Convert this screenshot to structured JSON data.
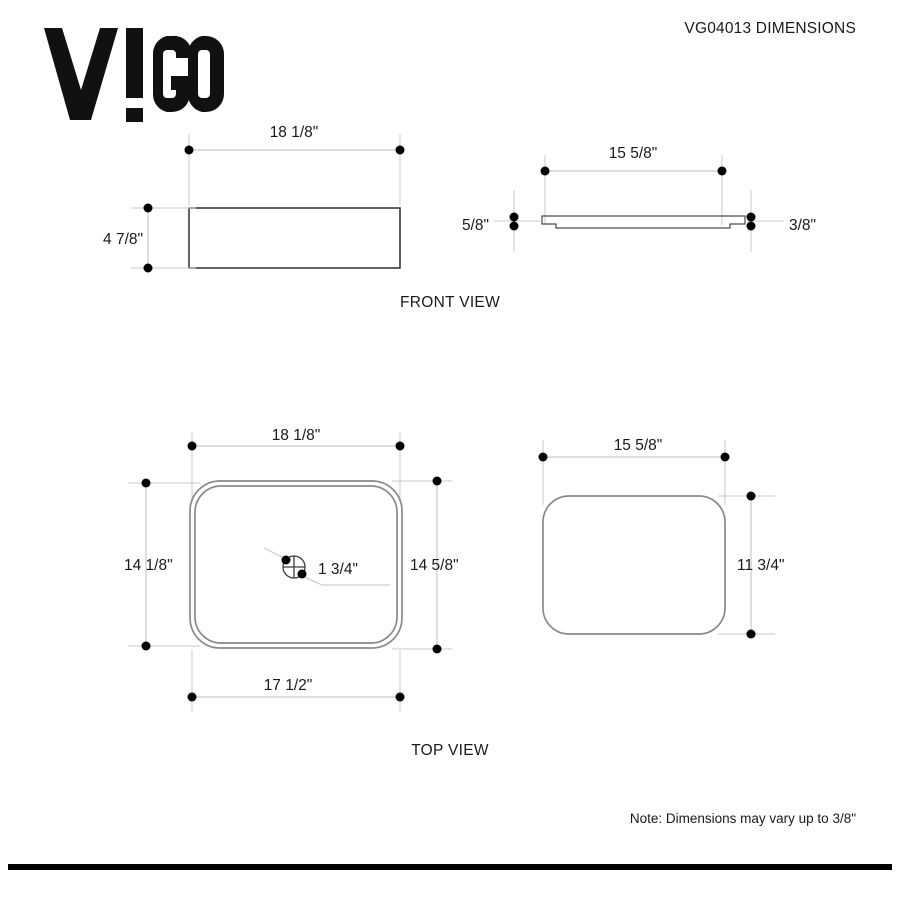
{
  "header": {
    "title": "VG04013 DIMENSIONS",
    "logo_text": "VIGO",
    "logo_name": "vigo-logo"
  },
  "views": {
    "front": {
      "caption": "FRONT VIEW",
      "width_label": "18 1/8\"",
      "height_label": "4 7/8\""
    },
    "side": {
      "width_label": "15 5/8\"",
      "left_thickness_label": "5/8\"",
      "right_thickness_label": "3/8\""
    },
    "top_left": {
      "caption": "TOP VIEW",
      "outer_width_label": "18 1/8\"",
      "inner_width_label": "17 1/2\"",
      "left_height_label": "14 1/8\"",
      "right_height_label": "14 5/8\"",
      "drain_label": "1 3/4\""
    },
    "top_right": {
      "width_label": "15 5/8\"",
      "height_label": "11 3/4\""
    }
  },
  "footer": {
    "note": "Note: Dimensions may vary up to 3/8\""
  },
  "colors": {
    "ink": "#1a1a1a",
    "part_outline": "#3a3a3a",
    "part_outline_gray": "#8a8a8a",
    "dimension_line": "#bdbdbd",
    "extension_line": "#c9c9c9",
    "dot": "#000000",
    "rule": "#000000"
  }
}
